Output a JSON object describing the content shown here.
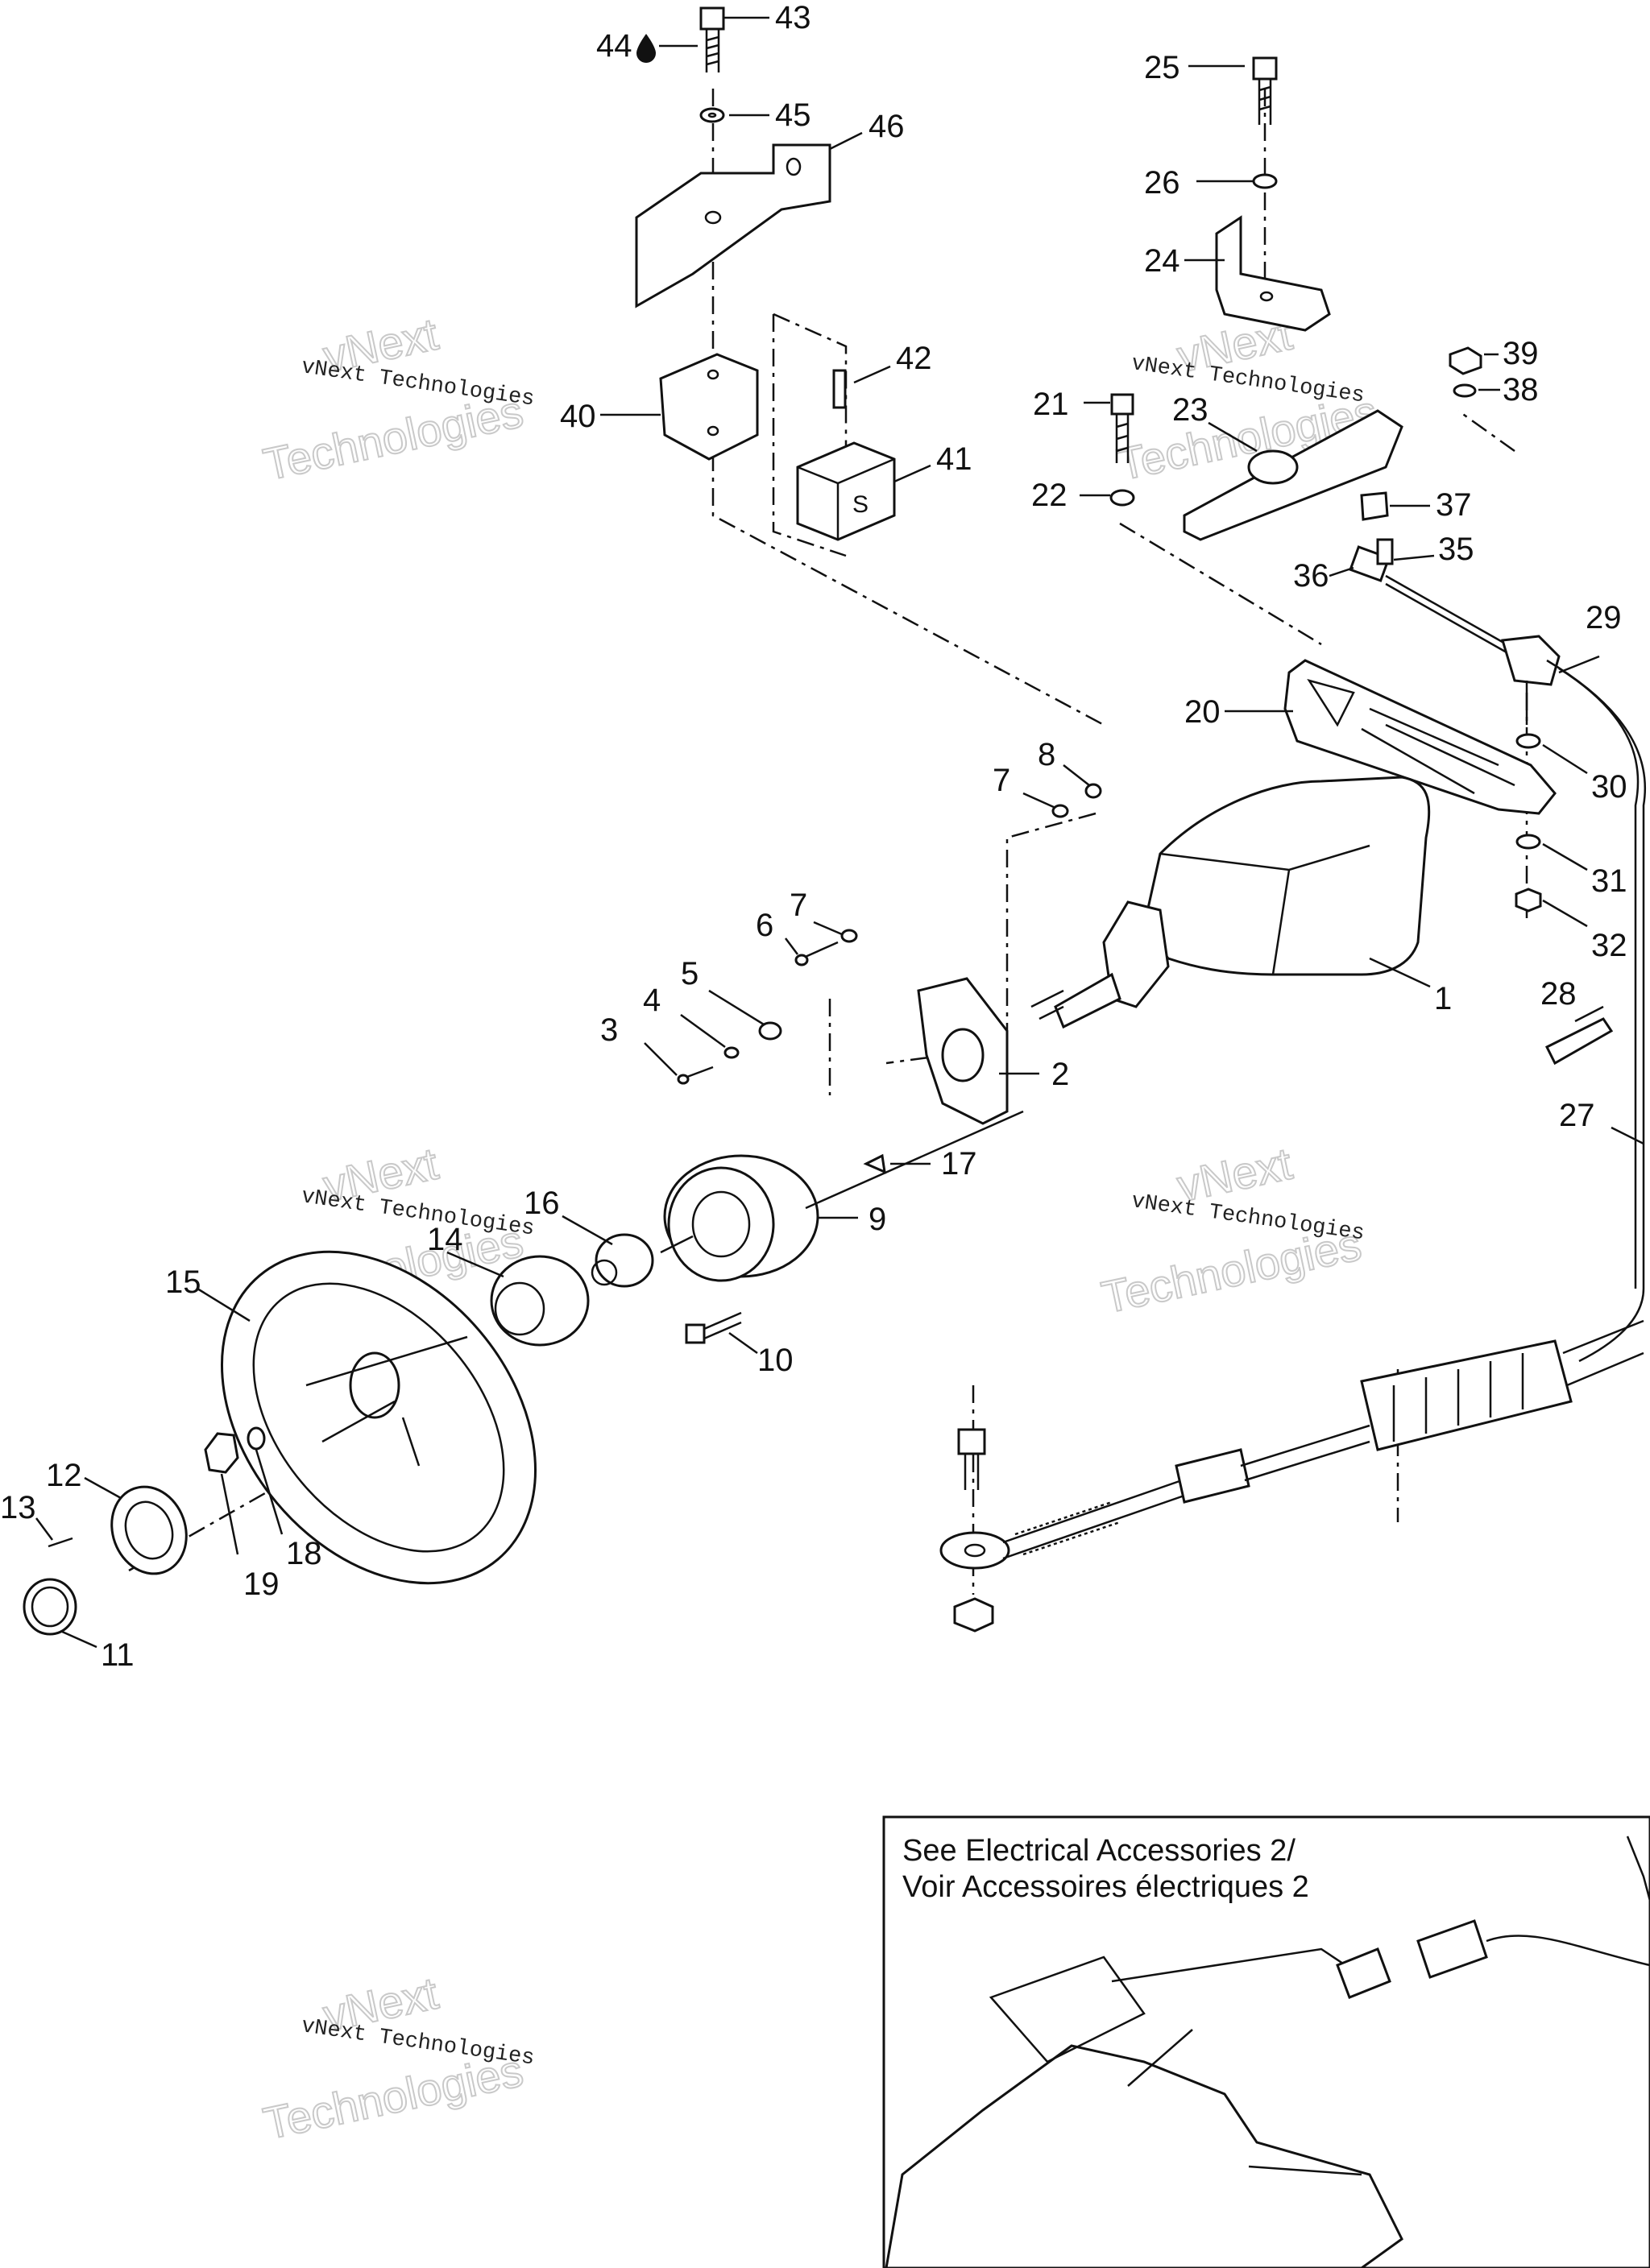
{
  "callouts": [
    {
      "n": "1"
    },
    {
      "n": "2"
    },
    {
      "n": "3"
    },
    {
      "n": "4"
    },
    {
      "n": "5"
    },
    {
      "n": "6"
    },
    {
      "n": "7"
    },
    {
      "n": "7"
    },
    {
      "n": "8"
    },
    {
      "n": "9"
    },
    {
      "n": "10"
    },
    {
      "n": "11"
    },
    {
      "n": "12"
    },
    {
      "n": "13"
    },
    {
      "n": "14"
    },
    {
      "n": "15"
    },
    {
      "n": "16"
    },
    {
      "n": "17"
    },
    {
      "n": "18"
    },
    {
      "n": "19"
    },
    {
      "n": "20"
    },
    {
      "n": "21"
    },
    {
      "n": "22"
    },
    {
      "n": "23"
    },
    {
      "n": "24"
    },
    {
      "n": "25"
    },
    {
      "n": "26"
    },
    {
      "n": "27"
    },
    {
      "n": "28"
    },
    {
      "n": "29"
    },
    {
      "n": "30"
    },
    {
      "n": "31"
    },
    {
      "n": "32"
    },
    {
      "n": "35"
    },
    {
      "n": "36"
    },
    {
      "n": "37"
    },
    {
      "n": "38"
    },
    {
      "n": "39"
    },
    {
      "n": "40"
    },
    {
      "n": "41"
    },
    {
      "n": "42"
    },
    {
      "n": "43"
    },
    {
      "n": "44"
    },
    {
      "n": "45"
    },
    {
      "n": "46"
    }
  ],
  "watermark": {
    "line1": "vNext Technologies",
    "brand_top": "vNext",
    "brand_bottom": "Technologies"
  },
  "inset": {
    "line1": "See Electrical Accessories 2/",
    "line2": "Voir Accessoires électriques 2"
  },
  "block_letter": "S",
  "icons": {
    "adhesive_drop": "drop-icon"
  },
  "colors": {
    "ink": "#111111",
    "watermark_outline": "#c9c9c9"
  }
}
